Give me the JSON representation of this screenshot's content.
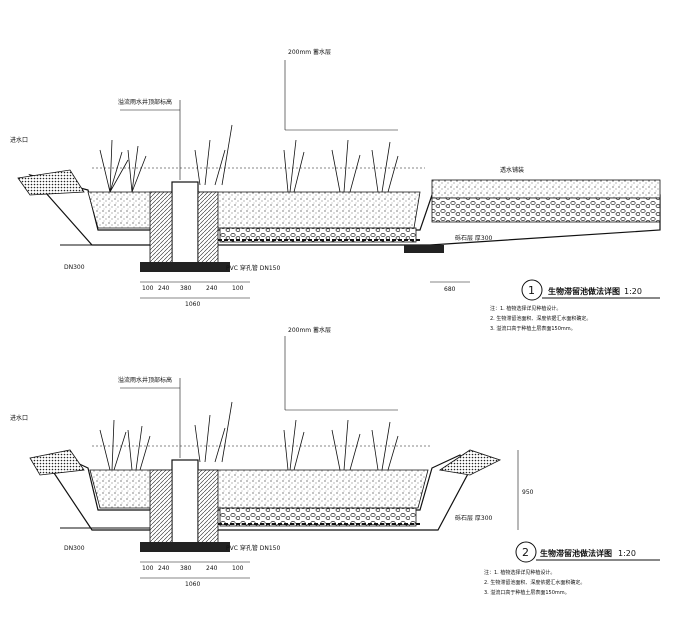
{
  "section1": {
    "title": "生物滞留池做法详图",
    "number": "1",
    "scale": "1:20",
    "labels": {
      "weir_overflow": "溢流雨水井顶部标高",
      "depth_label": "200mm 蓄水层",
      "pvc_pipe": "PVC 穿孔管 DN150",
      "gravel_note": "砾石层 厚300",
      "dn300": "DN300",
      "inlet": "进水口",
      "paving": "透水铺装"
    },
    "dims_bottom": [
      "100",
      "240",
      "380",
      "240",
      "100"
    ],
    "dim_total": "1060",
    "dim_right": "680",
    "notes": [
      "注：1. 植物选择详见种植设计。",
      "2. 生物滞留池面积、深度依据汇水面积确定。",
      "3. 溢流口高于种植土层表面150mm。"
    ]
  },
  "section2": {
    "title": "生物滞留池做法详图",
    "number": "2",
    "scale": "1:20",
    "labels": {
      "weir_overflow": "溢流雨水井顶部标高",
      "depth_label": "200mm 蓄水层",
      "pvc_pipe": "PVC 穿孔管 DN150",
      "gravel_note": "砾石层 厚300",
      "dn300": "DN300",
      "inlet": "进水口"
    },
    "dims_bottom": [
      "100",
      "240",
      "380",
      "240",
      "100"
    ],
    "dim_total": "1060",
    "dim_right": "950",
    "notes": [
      "注：1. 植物选择详见种植设计。",
      "2. 生物滞留池面积、深度依据汇水面积确定。",
      "3. 溢流口高于种植土层表面150mm。"
    ]
  }
}
